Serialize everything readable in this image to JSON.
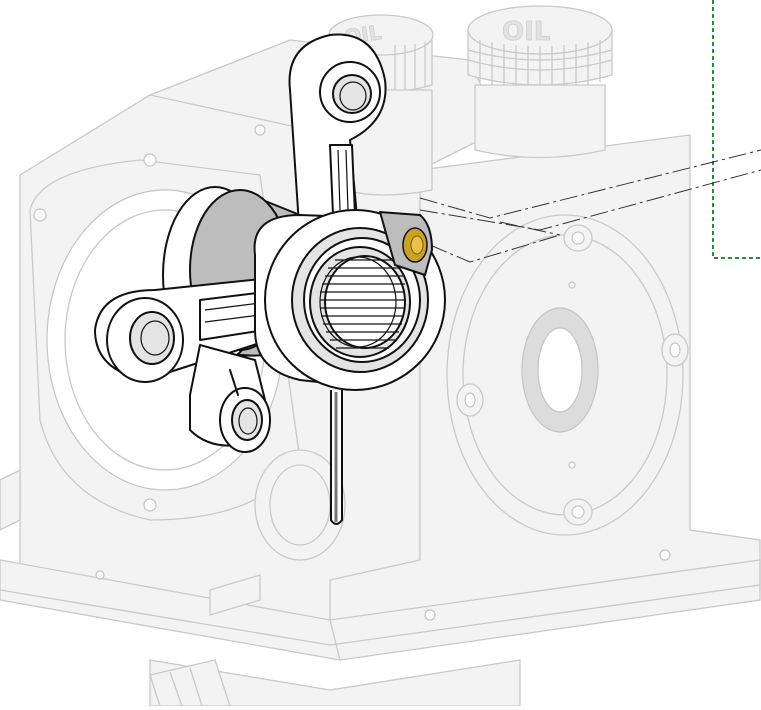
{
  "figure": {
    "cap_label_front": "OIL",
    "cap_label_back": "OIL",
    "accent_color": "#c9a227",
    "callout_border_color": "#2e8b3a",
    "highlight_part": "lubrication-port"
  },
  "parts": [
    "gearbox-housing",
    "oil-filler-cap",
    "oil-filler-cap-rear",
    "connecting-rod-assembly",
    "needle-bearing",
    "lubrication-port",
    "hex-key"
  ]
}
